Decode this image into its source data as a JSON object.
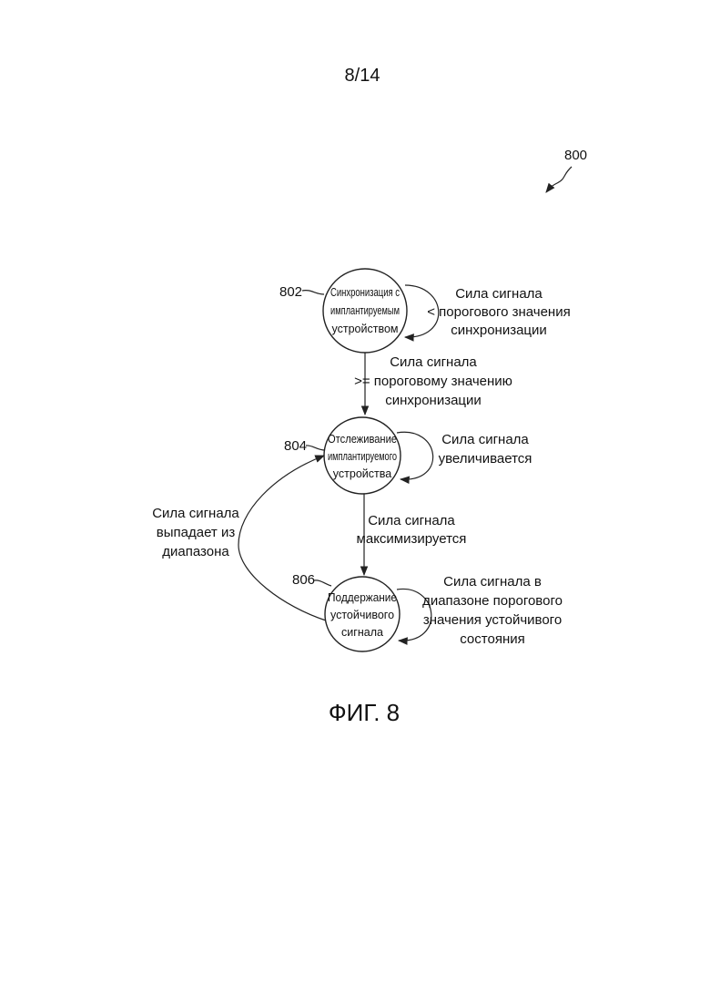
{
  "page_number": "8/14",
  "figure_label": "ФИГ. 8",
  "diagram_ref": "800",
  "states": [
    {
      "ref": "802",
      "lines": [
        "Синхронизация с",
        "имплантируемым",
        "устройством"
      ]
    },
    {
      "ref": "804",
      "lines": [
        "Отслеживание",
        "имплантируемого",
        "устройства"
      ]
    },
    {
      "ref": "806",
      "lines": [
        "Поддержание",
        "устойчивого",
        "сигнала"
      ]
    }
  ],
  "transitions": {
    "sync_self_loop": [
      "Сила сигнала",
      "< порогового значения",
      "синхронизации"
    ],
    "sync_to_track": [
      "Сила сигнала",
      ">= пороговому значению",
      "синхронизации"
    ],
    "track_self_loop": [
      "Сила сигнала",
      "увеличивается"
    ],
    "track_to_maintain": [
      "Сила сигнала",
      "максимизируется"
    ],
    "maintain_self_loop": [
      "Сила сигнала в",
      "диапазоне порогового",
      "значения устойчивого",
      "состояния"
    ],
    "maintain_to_track": [
      "Сила сигнала",
      "выпадает из",
      "диапазона"
    ]
  }
}
